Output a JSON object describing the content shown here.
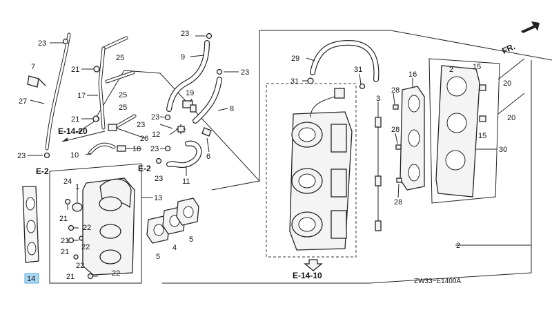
{
  "labels": {
    "n1": "1",
    "n2": "2",
    "n3": "3",
    "n4": "4",
    "n5a": "5",
    "n5b": "5",
    "n6": "6",
    "n7": "7",
    "n8": "8",
    "n9": "9",
    "n10": "10",
    "n11": "11",
    "n12": "12",
    "n13": "13",
    "n14": "14",
    "n15a": "15",
    "n15b": "15",
    "n16": "16",
    "n17": "17",
    "n18": "18",
    "n19": "19",
    "n20a": "20",
    "n20b": "20",
    "n21a": "21",
    "n21b": "21",
    "n21c": "21",
    "n21d": "21",
    "n21e": "21",
    "n21f": "21",
    "n22a": "22",
    "n22b": "22",
    "n22c": "22",
    "n22d": "22",
    "n23a": "23",
    "n23b": "23",
    "n23c": "23",
    "n23d": "23",
    "n23e": "23",
    "n23f": "23",
    "n23g": "23",
    "n24": "24",
    "n25a": "25",
    "n25b": "25",
    "n25c": "25",
    "n26": "26",
    "n27": "27",
    "n28a": "28",
    "n28b": "28",
    "n28c": "28",
    "n29": "29",
    "n30": "30",
    "n31a": "31",
    "n31b": "31"
  },
  "refs": {
    "e1420": "E-14-20",
    "e2a": "E-2",
    "e2b": "E-2",
    "e1410": "E-14-10"
  },
  "direction_label": "FR.",
  "diagram_code": "ZW33−E1400A",
  "highlight_color": "#a9d8f5"
}
